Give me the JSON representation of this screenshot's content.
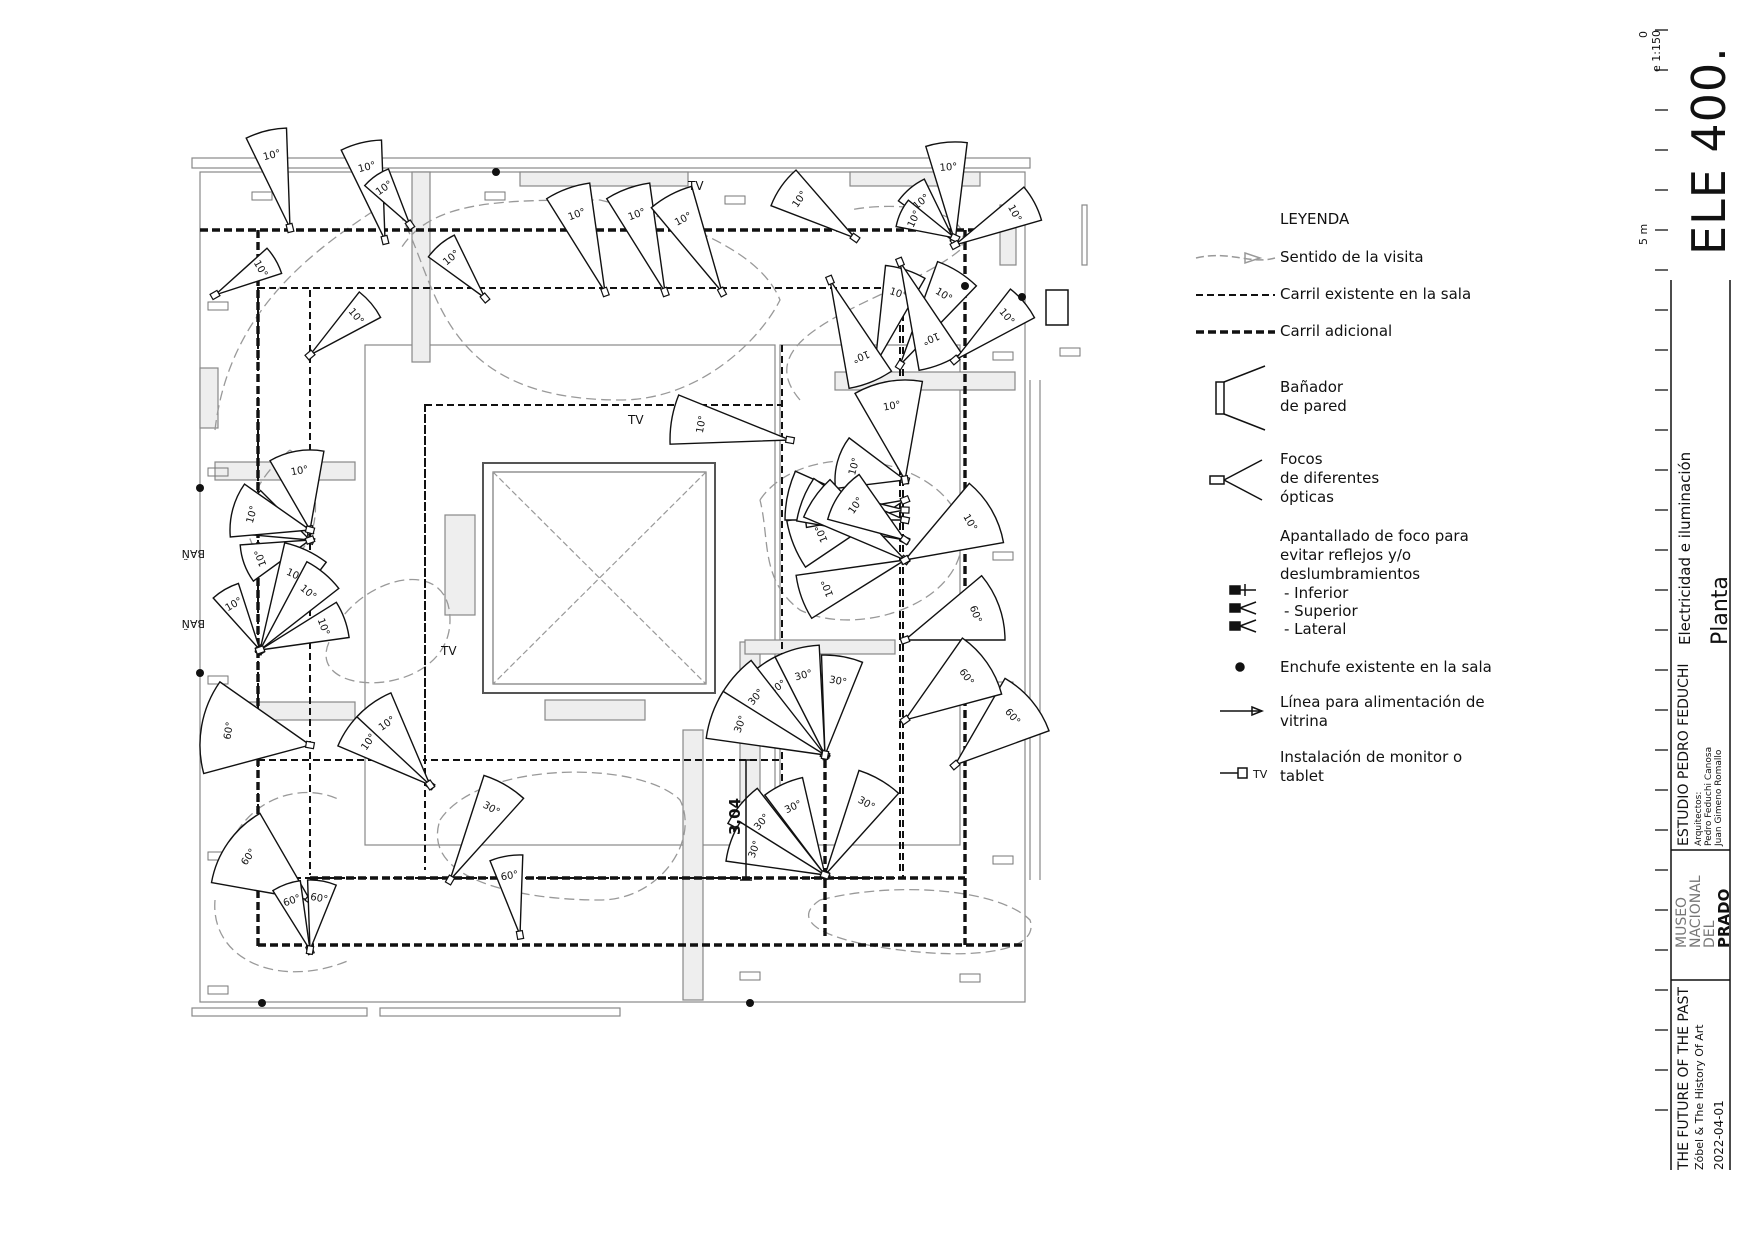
{
  "plan": {
    "tv_labels": [
      "TV",
      "TV",
      "TV"
    ],
    "lateral_labels": [
      "BAÑ",
      "BAÑ"
    ],
    "dimension": "3,04",
    "angle_labels": [
      "10°",
      "10°",
      "10°",
      "10°",
      "10°",
      "10°",
      "10°",
      "10°",
      "10°",
      "10°",
      "10°",
      "10°",
      "10°",
      "10°",
      "10°",
      "10°",
      "10°",
      "10°",
      "10°",
      "10°",
      "10°",
      "10°",
      "10°",
      "10°",
      "10°",
      "10°",
      "10°",
      "10°",
      "10°",
      "10°",
      "10°",
      "10°",
      "10°",
      "10°",
      "10°",
      "10°",
      "10°",
      "10°",
      "10°",
      "10°",
      "30°",
      "30°",
      "30°",
      "30°",
      "30°",
      "30°",
      "30°",
      "30°",
      "30°",
      "30°",
      "60°",
      "60°",
      "60°",
      "60°",
      "60°",
      "60°",
      "60°",
      "60°"
    ]
  },
  "legend": {
    "title": "LEYENDA",
    "visit": "Sentido de la visita",
    "rail_existing": "Carril existente en la sala",
    "rail_additional": "Carril adicional",
    "washer_1": "Bañador",
    "washer_2": "de pared",
    "spots_1": "Focos",
    "spots_2": "de diferentes",
    "spots_3": "ópticas",
    "shield_1": "Apantallado de foco para",
    "shield_2": "evitar reflejos y/o",
    "shield_3": "deslumbramientos",
    "shield_inf": "- Inferior",
    "shield_sup": "- Superior",
    "shield_lat": "- Lateral",
    "outlet": "Enchufe existente en la sala",
    "feed_1": "Línea para alimentación de",
    "feed_2": "vitrina",
    "monitor_1": "Instalación de monitor o",
    "monitor_2": "tablet",
    "monitor_tv": "TV"
  },
  "titleblock": {
    "sheet": "ELE 400.",
    "scale_zero": "0",
    "scale": "e 1:150",
    "scale_5m": "5 m",
    "discipline": "Electricidad e iluminación",
    "view": "Planta",
    "studio": "ESTUDIO PEDRO FEDUCHI",
    "architects_label": "Arquitectos:",
    "architect_1": "Pedro Feduchi Canosa",
    "architect_2": "Juan Gimeno Romallo",
    "museum_1": "MUSEO",
    "museum_2": "NACIONAL",
    "museum_3": "DEL",
    "museum_4": "PRADO",
    "project": "THE FUTURE OF THE PAST",
    "subtitle": "Zóbel & The History Of Art",
    "date": "2022-04-01"
  }
}
